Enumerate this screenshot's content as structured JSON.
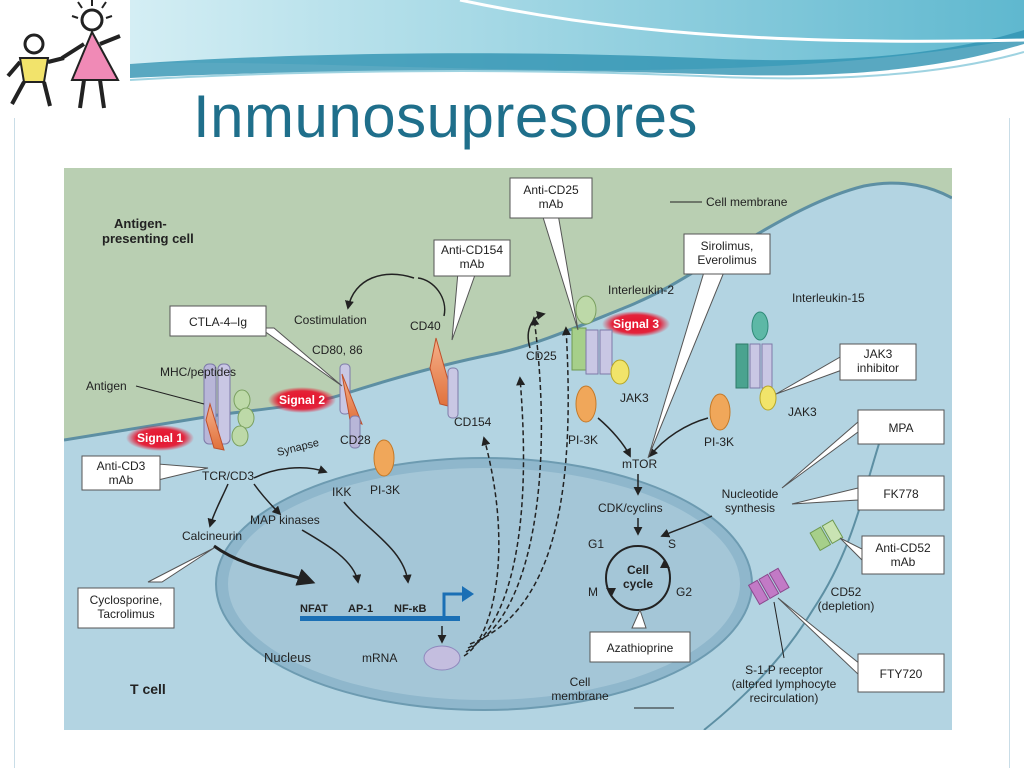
{
  "slide": {
    "title": "Inmunosupresores"
  },
  "diagram": {
    "regions": {
      "apc": "Antigen-\npresenting cell",
      "tcell": "T cell",
      "nucleus": "Nucleus",
      "cell_membrane_top": "Cell membrane",
      "cell_membrane_bottom": "Cell\nmembrane"
    },
    "signals": [
      "Signal 1",
      "Signal 2",
      "Signal 3"
    ],
    "molecules": {
      "antigen": "Antigen",
      "mhc": "MHC/peptides",
      "tcr": "TCR/CD3",
      "synapse": "Synapse",
      "cd80": "CD80, 86",
      "cd28": "CD28",
      "costim": "Costimulation",
      "cd40": "CD40",
      "cd154": "CD154",
      "il2": "Interleukin-2",
      "cd25": "CD25",
      "jak3a": "JAK3",
      "pi3k_a": "PI-3K",
      "pi3k_b": "PI-3K",
      "pi3k_c": "PI-3K",
      "il15": "Interleukin-15",
      "jak3b": "JAK3",
      "mtor": "mTOR",
      "cdk": "CDK/cyclins",
      "nucleotide": "Nucleotide\nsynthesis",
      "ikk": "IKK",
      "mapk": "MAP kinases",
      "calcineurin": "Calcineurin",
      "nfat": "NFAT",
      "ap1": "AP-1",
      "nfkb": "NF-κB",
      "mrna": "mRNA",
      "cd52": "CD52\n(depletion)",
      "s1p": "S-1-P receptor\n(altered lymphocyte\nrecirculation)"
    },
    "cell_cycle": {
      "center": "Cell\ncycle",
      "g1": "G1",
      "s": "S",
      "g2": "G2",
      "m": "M"
    },
    "drugs": {
      "anti_cd3": "Anti-CD3\nmAb",
      "ctla4": "CTLA-4–Ig",
      "anti_cd154": "Anti-CD154\nmAb",
      "anti_cd25": "Anti-CD25\nmAb",
      "sirolimus": "Sirolimus,\nEverolimus",
      "jak3_inh": "JAK3\ninhibitor",
      "mpa": "MPA",
      "fk778": "FK778",
      "anti_cd52": "Anti-CD52\nmAb",
      "fty720": "FTY720",
      "cyclosporine": "Cyclosporine,\nTacrolimus",
      "azathioprine": "Azathioprine"
    }
  }
}
